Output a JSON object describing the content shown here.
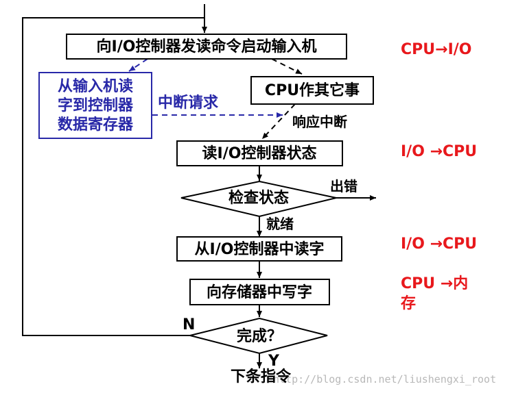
{
  "steps": {
    "send_command": "向I/O控制器发读命令启动输入机",
    "cpu_other": "CPU作其它事",
    "read_status": "读I/O控制器状态",
    "check_status": "检查状态",
    "read_word": "从I/O控制器中读字",
    "write_memory": "向存储器中写字",
    "done": "完成？",
    "next_instruction": "下条指令"
  },
  "device_box": {
    "lines": [
      "从输入机读",
      "字到控制器",
      "数据寄存器"
    ]
  },
  "labels": {
    "interrupt_request": "中断请求",
    "respond_interrupt": "响应中断",
    "error": "出错",
    "ready": "就绪",
    "no": "N",
    "yes": "Y"
  },
  "annotations": {
    "cpu_to_io": "CPU→I/O",
    "io_to_cpu_1": "I/O →CPU",
    "io_to_cpu_2": "I/O →CPU",
    "cpu_to_mem": [
      "CPU →内",
      "存"
    ]
  },
  "watermark": "http://blog.csdn.net/liushengxi_root",
  "colors": {
    "blue": "#2828a8",
    "red": "#e8181c",
    "black": "#000000"
  }
}
